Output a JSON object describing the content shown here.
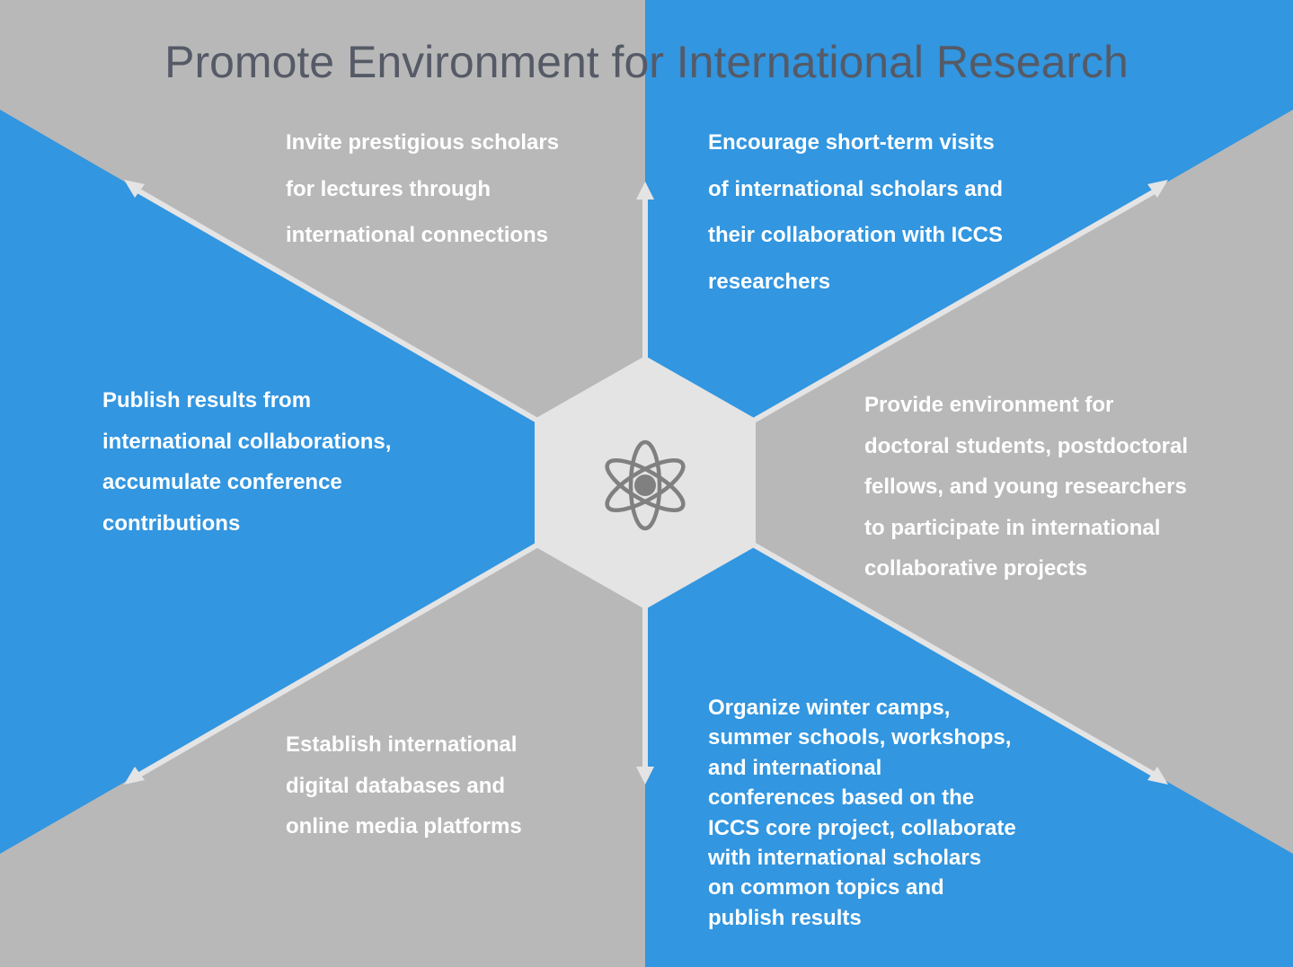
{
  "title": "Promote Environment for International Research",
  "colors": {
    "blue": "#3296e0",
    "gray": "#b8b8b8",
    "line": "#e4e4e4",
    "hub": "#e4e4e4",
    "icon": "#808080",
    "title": "#555a66"
  },
  "center_icon": "atom-icon",
  "items": [
    {
      "lines": [
        "Invite prestigious scholars",
        "for lectures through",
        "international connections"
      ]
    },
    {
      "lines": [
        "Encourage short-term visits",
        "of international scholars and",
        "their collaboration with ICCS",
        "researchers"
      ]
    },
    {
      "lines": [
        "Publish results from",
        "international collaborations,",
        "accumulate conference",
        "contributions"
      ]
    },
    {
      "lines": [
        "Provide environment for",
        "doctoral students, postdoctoral",
        "fellows, and young researchers",
        "to participate in international",
        "collaborative projects"
      ]
    },
    {
      "lines": [
        "Establish international",
        "digital databases and",
        "online media platforms"
      ]
    },
    {
      "lines": [
        "Organize winter camps,",
        "summer schools, workshops,",
        "and international",
        "conferences based on the",
        "ICCS core project, collaborate",
        "with international scholars",
        "on common topics and",
        "publish results"
      ]
    }
  ]
}
